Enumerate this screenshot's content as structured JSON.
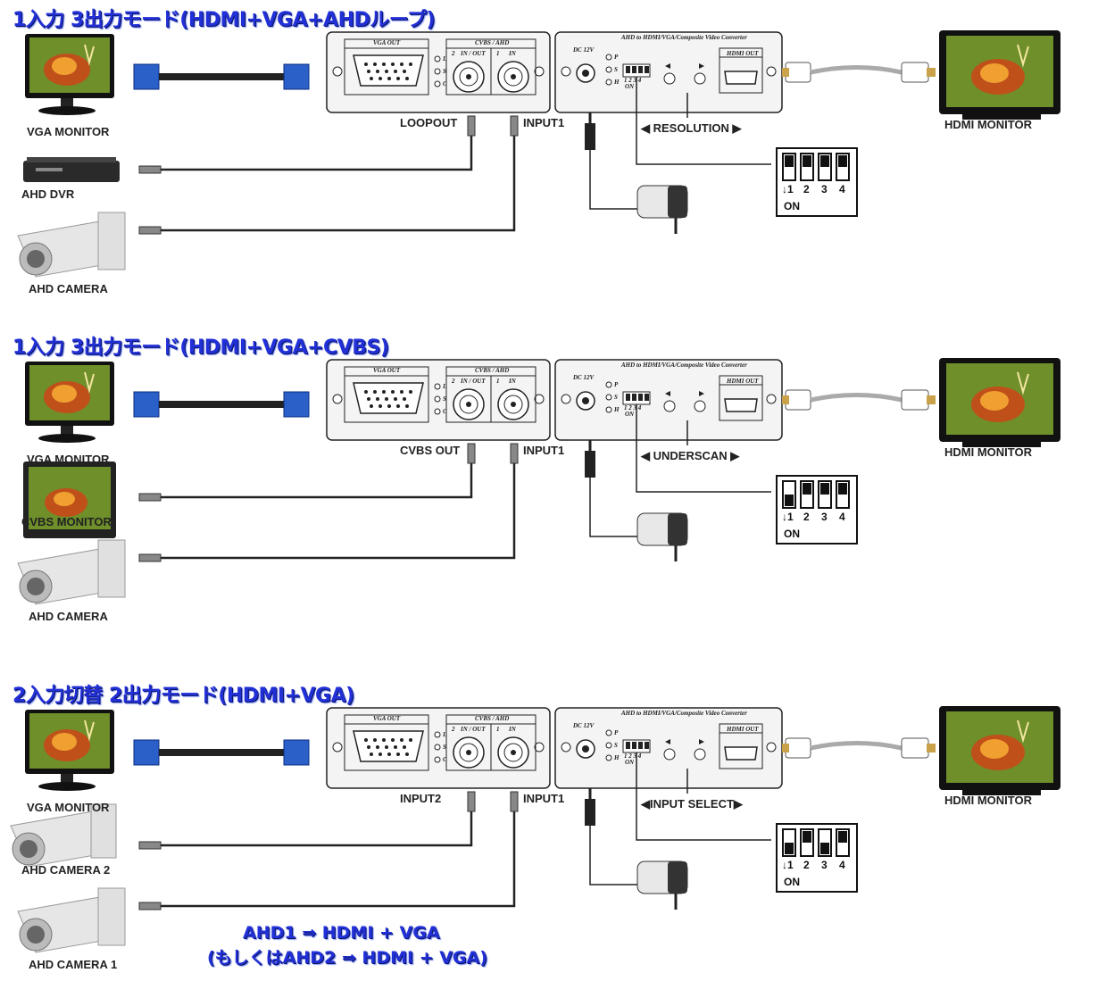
{
  "sections": [
    {
      "heading": "1入力 3出力モード(HDMI+VGA+AHDループ)",
      "top_device": "VGA MONITOR",
      "mid_device": "AHD DVR",
      "bot_device": "AHD CAMERA",
      "port_left_label": "LOOPOUT",
      "port_right_label": "INPUT1",
      "function_label": "◀ RESOLUTION ▶",
      "hdmi_device": "HDMI MONITOR",
      "dip": [
        false,
        false,
        false,
        false
      ],
      "mid_type": "dvr"
    },
    {
      "heading": "1入力 3出力モード(HDMI+VGA+CVBS)",
      "top_device": "VGA MONITOR",
      "mid_device": "CVBS MONITOR",
      "bot_device": "AHD CAMERA",
      "port_left_label": "CVBS OUT",
      "port_right_label": "INPUT1",
      "function_label": "◀ UNDERSCAN ▶",
      "hdmi_device": "HDMI MONITOR",
      "dip": [
        true,
        false,
        false,
        false
      ],
      "mid_type": "cvbs"
    },
    {
      "heading": "2入力切替  2出力モード(HDMI+VGA)",
      "top_device": "VGA MONITOR",
      "mid_device": "AHD CAMERA 2",
      "bot_device": "AHD CAMERA 1",
      "port_left_label": "INPUT2",
      "port_right_label": "INPUT1",
      "function_label": "◀INPUT  SELECT▶",
      "hdmi_device": "HDMI MONITOR",
      "dip": [
        true,
        false,
        true,
        false
      ],
      "mid_type": "camera"
    }
  ],
  "panel": {
    "vga_out": "VGA OUT",
    "cvbs_ahd": "CVBS / AHD",
    "in_out": "IN / OUT",
    "in": "IN",
    "port2": "2",
    "port1": "1",
    "led_l": "L",
    "led_s": "S",
    "led_c": "C",
    "dc": "DC 12V",
    "led_p": "P",
    "led_h": "H",
    "dip_small": "1 2 3 4",
    "dip_on": "ON",
    "product": "AHD to HDMI/VGA/Composite Video Converter",
    "hdmi_out": "HDMI OUT"
  },
  "dip_box": {
    "numbers": [
      "↓1",
      "2",
      "3",
      "4"
    ],
    "on": "ON"
  },
  "note": {
    "line1": "AHD1 ⇒ HDMI + VGA",
    "line2": "(もしくはAHD2 ⇒ HDMI + VGA)"
  }
}
